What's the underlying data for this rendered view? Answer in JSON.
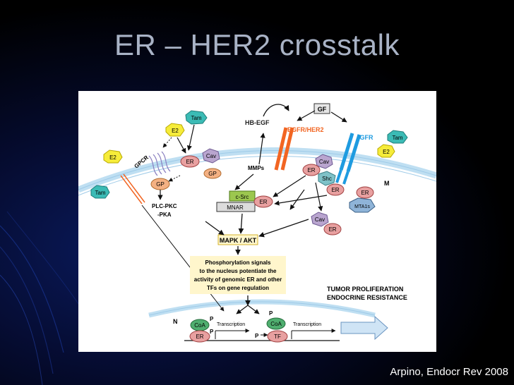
{
  "slide": {
    "title": "ER – HER2 crosstalk",
    "credit": "Arpino, Endocr Rev 2008"
  },
  "diagram": {
    "gf": "GF",
    "hb_egf": "HB-EGF",
    "egfr_her2": "EGFR/HER2",
    "igfr": "IGFR",
    "tam": "Tam",
    "e2": "E2",
    "gpcr": "GPCR",
    "er": "ER",
    "cav": "Cav",
    "gp": "GP",
    "mmps": "MMPs",
    "shc": "Shc",
    "m_label": "M",
    "mtafs": "MTA1s",
    "plc_pkc": "PLC-PKC",
    "pka": "-PKA",
    "c_src": "c-Src",
    "mnar": "MNAR",
    "mapk_akt": "MAPK / AKT",
    "phospho_lines": [
      "Phosphorylation signals",
      "to the nucleus potentiate the",
      "activity of genomic ER and other",
      "TFs on gene regulation"
    ],
    "tumor_line1": "TUMOR PROLIFERATION",
    "tumor_line2": "ENDOCRINE RESISTANCE",
    "n_label": "N",
    "coa": "CoA",
    "p": "P",
    "transcription": "Transcription",
    "tf": "TF"
  },
  "colors": {
    "title": "#a9b3c6",
    "egfr": "#f26522",
    "igfr": "#1e9be0",
    "tam_fill": "#3bbbb5",
    "e2_fill": "#f6ec3a",
    "er_fill": "#e8a0a0",
    "cav_fill": "#b9a5cf",
    "gp_fill": "#f4b183",
    "shc_fill": "#7fc2c8",
    "csrc_fill": "#9cc74f",
    "phospho_bg": "#fff6cc",
    "membrane": "#bfdff2"
  }
}
